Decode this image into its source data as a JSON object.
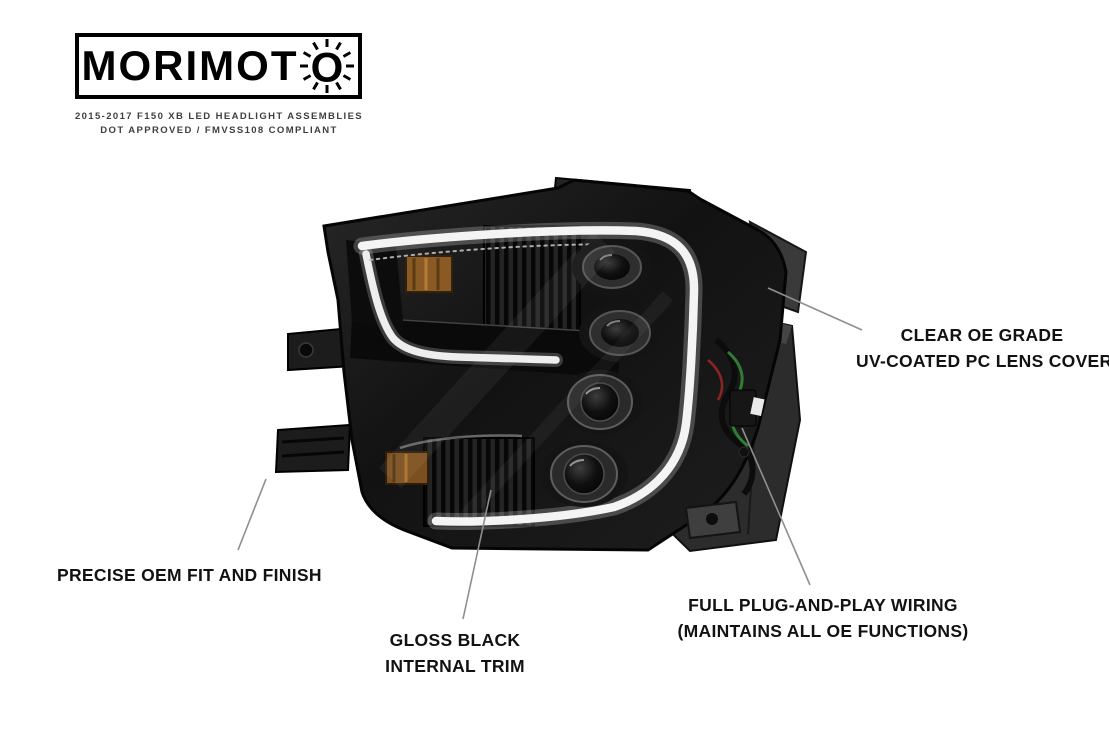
{
  "colors": {
    "background": "#ffffff",
    "text": "#121212",
    "callout_line": "#8f8f8f",
    "housing_black": "#131313",
    "drl_white": "#f4f4f4"
  },
  "brand": {
    "logo_prefix": "MORIMOT",
    "logo_last_letter": "O",
    "tagline_line1": "2015-2017 F150 XB LED HEADLIGHT ASSEMBLIES",
    "tagline_line2": "DOT APPROVED / FMVSS108 COMPLIANT"
  },
  "callouts": {
    "lens_cover": {
      "line1": "CLEAR OE GRADE",
      "line2": "UV-COATED PC LENS COVER"
    },
    "oem_fit": {
      "line1": "PRECISE OEM FIT AND FINISH"
    },
    "internal_trim": {
      "line1": "GLOSS BLACK",
      "line2": "INTERNAL TRIM"
    },
    "wiring": {
      "line1": "FULL PLUG-AND-PLAY WIRING",
      "line2": "(MAINTAINS ALL OE FUNCTIONS)"
    }
  }
}
